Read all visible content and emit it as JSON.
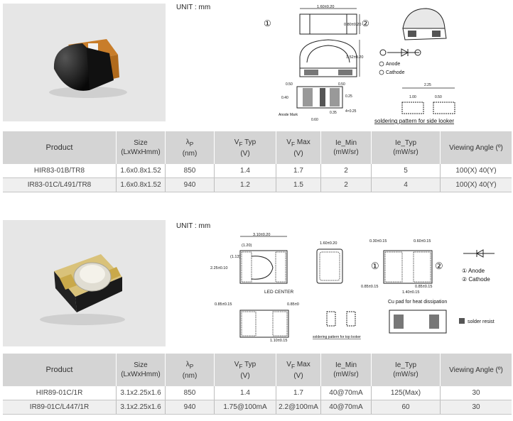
{
  "section1": {
    "unit": "UNIT : mm",
    "dims": {
      "w_top": "1.60±0.20",
      "h_side": "0.80±0.20",
      "h_front": "1.52±0.20",
      "a050": "0.50",
      "b050": "0.50",
      "c040": "0.40",
      "d025": "0.25",
      "e035": "0.35",
      "f040": "4×0.25",
      "g060": "0.60",
      "anode_mark": "Anode Mark",
      "circle1": "①",
      "circle2": "②",
      "anode": "Anode",
      "cathode": "Cathode",
      "p225": "2.25",
      "p100": "1.00",
      "p050": "0.50",
      "solder_caption": "soldering pattern for side looker"
    },
    "table": {
      "headers": [
        "Product",
        "Size\n(LxWxHmm)",
        "λP\n(nm)",
        "VF Typ\n(V)",
        "VF Max\n(V)",
        "Ie_Min\n(mW/sr)",
        "Ie_Typ\n(mW/sr)",
        "Viewing Angle (º)"
      ],
      "rows": [
        [
          "HIR83-01B/TR8",
          "1.6x0.8x1.52",
          "850",
          "1.4",
          "1.7",
          "2",
          "5",
          "100(X) 40(Y)"
        ],
        [
          "IR83-01C/L491/TR8",
          "1.6x0.8x1.52",
          "940",
          "1.2",
          "1.5",
          "2",
          "4",
          "100(X) 40(Y)"
        ]
      ]
    }
  },
  "section2": {
    "unit": "UNIT : mm",
    "dims": {
      "w310": "3.10±0.20",
      "l120": "(1.20)",
      "l113": "(1.13)",
      "h225": "2.25±0.10",
      "led_center": "LED CENTER",
      "w160": "1.60±0.20",
      "t030": "0.30±0.15",
      "t060": "0.60±0.15",
      "b085a": "0.85±0.15",
      "b085b": "0.85±0.15",
      "b140": "1.40±0.15",
      "c1": "①",
      "c2": "②",
      "anode": "① Anode",
      "cathode": "② Cathode",
      "s085a": "0.85±0.15",
      "s085b": "0.85±0",
      "s110": "1.10±0.15",
      "solder_caption": "soldering pattern for top looker",
      "cu_pad": "Cu pad for heat dissipation",
      "solder_resist": "solder resist"
    },
    "table": {
      "headers": [
        "Product",
        "Size\n(LxWxHmm)",
        "λP\n(nm)",
        "VF Typ\n(V)",
        "VF Max\n(V)",
        "Ie_Min\n(mW/sr)",
        "Ie_Typ\n(mW/sr)",
        "Viewing Angle (º)"
      ],
      "rows": [
        [
          "HIR89-01C/1R",
          "3.1x2.25x1.6",
          "850",
          "1.4",
          "1.7",
          "40@70mA",
          "125(Max)",
          "30"
        ],
        [
          "IR89-01C/L447/1R",
          "3.1x2.25x1.6",
          "940",
          "1.75@100mA",
          "2.2@100mA",
          "40@70mA",
          "60",
          "30"
        ]
      ]
    }
  }
}
